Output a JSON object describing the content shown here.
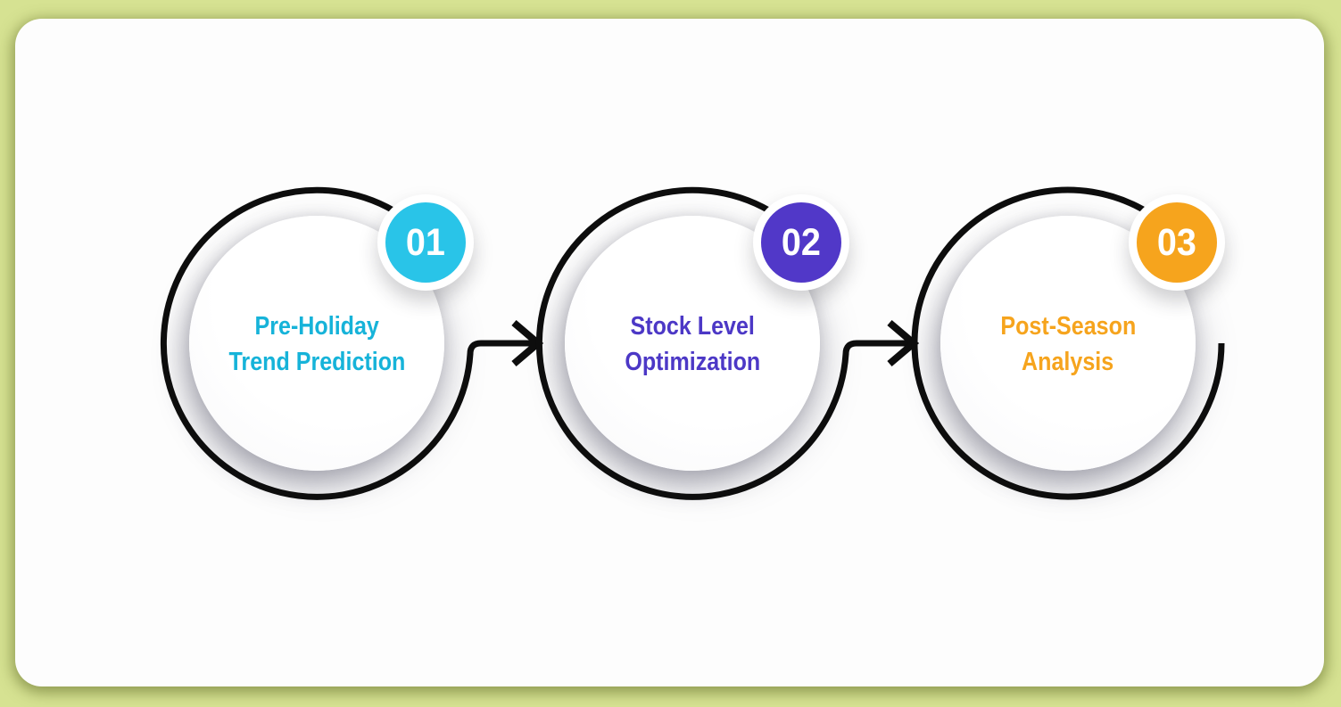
{
  "diagram": {
    "kind": "three-step-process",
    "background_color": "#d6e292",
    "card_color": "#fdfdfd",
    "line_color": "#0d0d0d"
  },
  "steps": [
    {
      "number": "01",
      "badge_color": "#29c4e8",
      "text_color": "#16b3d9",
      "title_line1": "Pre-Holiday",
      "title_line2": "Trend Prediction"
    },
    {
      "number": "02",
      "badge_color": "#5138c8",
      "text_color": "#4c38c6",
      "title_line1": "Stock Level",
      "title_line2": "Optimization"
    },
    {
      "number": "03",
      "badge_color": "#f6a41d",
      "text_color": "#f6a41d",
      "title_line1": "Post-Season",
      "title_line2": "Analysis"
    }
  ]
}
